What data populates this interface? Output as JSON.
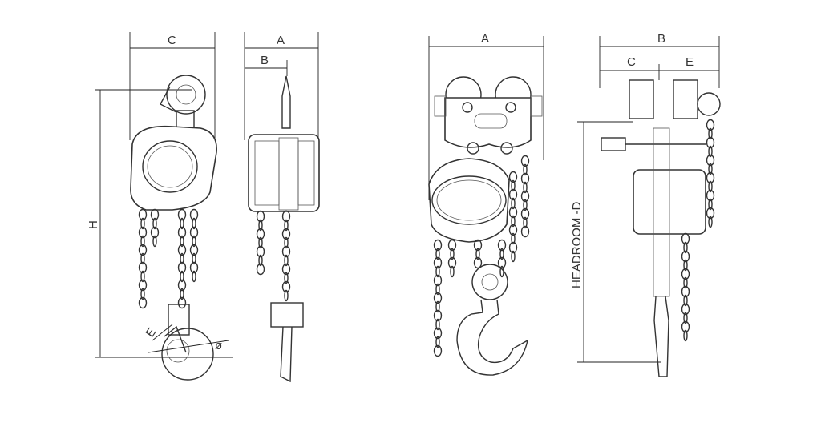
{
  "drawings": {
    "hoist_front": {
      "dim_c": "C",
      "dim_h": "H",
      "dim_e": "E",
      "dim_diameter": "ø"
    },
    "hoist_side": {
      "dim_a": "A",
      "dim_b": "B"
    },
    "trolley_front": {
      "dim_a": "A"
    },
    "trolley_side": {
      "dim_b": "B",
      "dim_c": "C",
      "dim_e": "E",
      "dim_headroom": "HEADROOM -D"
    }
  },
  "colors": {
    "line": "#333333",
    "background": "#ffffff"
  }
}
